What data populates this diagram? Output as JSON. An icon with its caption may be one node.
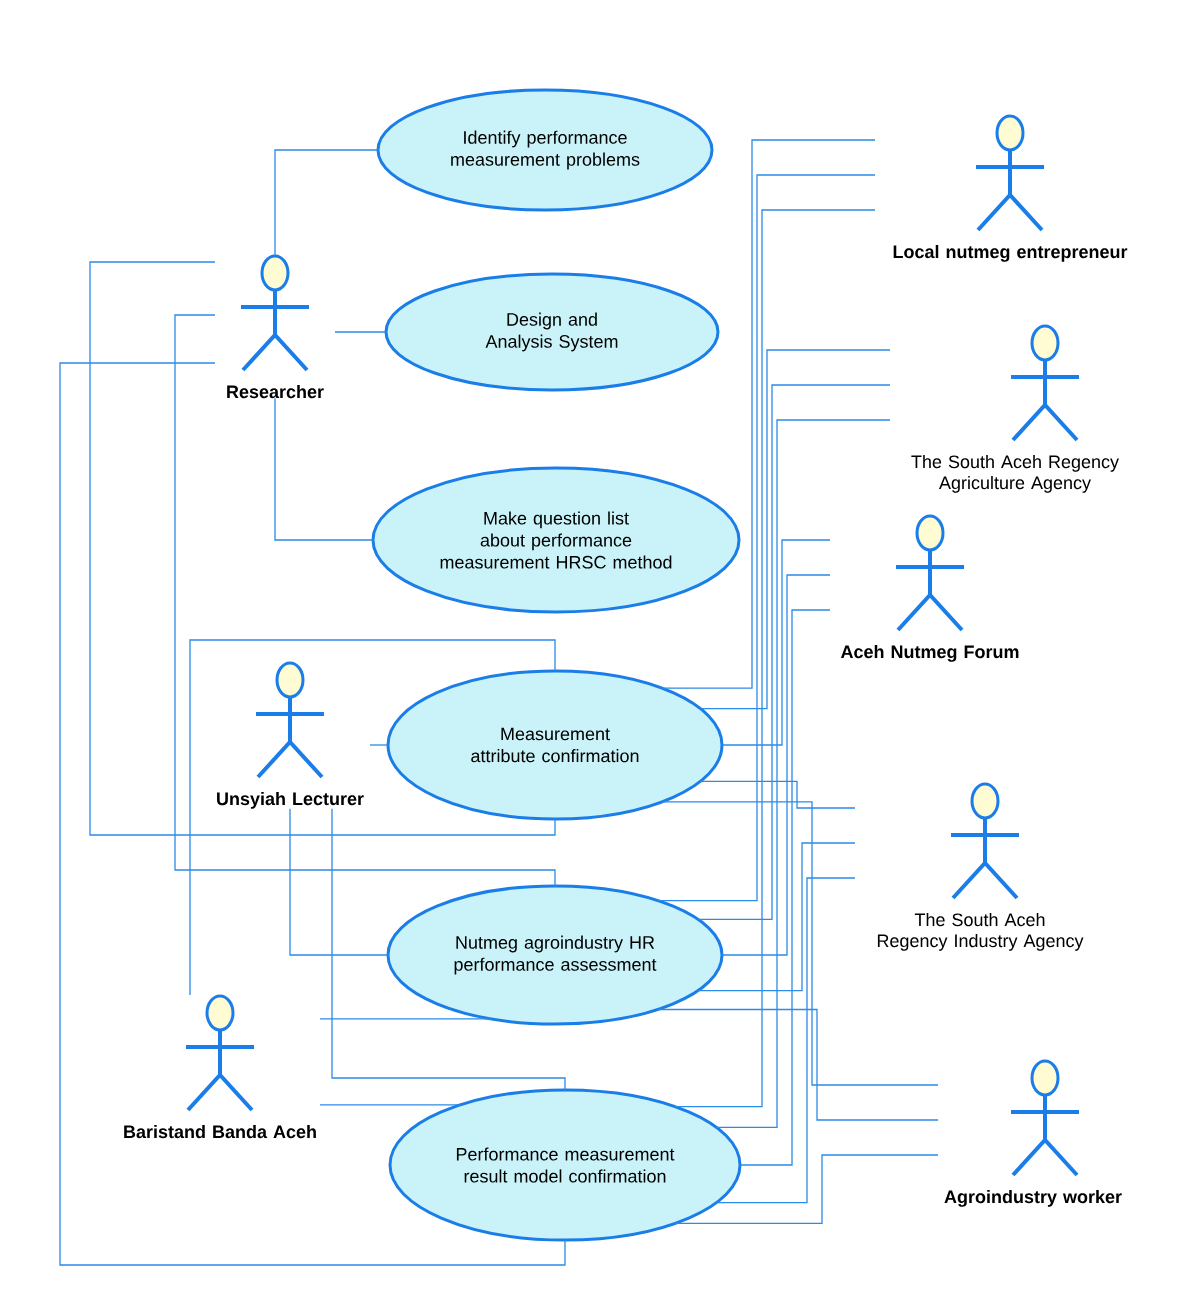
{
  "diagram": {
    "nodes": [
      {
        "text": [
          "Identify performance measurement problems"
        ]
      },
      {
        "text": [
          "Local nutmeg entrepreneur"
        ]
      },
      {
        "text": [
          "Researcher"
        ]
      },
      {
        "text": [
          "Design and Analysis System"
        ]
      },
      {
        "text": [
          "The South Aceh Regency Agriculture Agency"
        ]
      },
      {
        "text": [
          "Make question list about performance measurement HRSC method"
        ]
      },
      {
        "text": [
          "Aceh Nutmeg Forum"
        ]
      },
      {
        "text": [
          "Unsyiah Lecturer"
        ]
      },
      {
        "text": [
          "Measurement attribute confirmation"
        ]
      },
      {
        "text": [
          "The South Aceh Regency Industry Agency"
        ]
      },
      {
        "text": [
          "Nutmeg agroindustry HR performance assessment"
        ]
      },
      {
        "text": [
          "Baristand Banda Aceh"
        ]
      },
      {
        "text": [
          "Performance measurement result model confirmation"
        ]
      },
      {
        "text": [
          "Agroindustry worker"
        ]
      }
    ],
    "edges": [
      {
        "from": 2,
        "to": 0,
        "arrow": "none"
      },
      {
        "from": 2,
        "to": 3,
        "arrow": "none"
      },
      {
        "from": 2,
        "to": 5,
        "arrow": "none"
      },
      {
        "from": 2,
        "to": 8,
        "arrow": "none"
      },
      {
        "from": 2,
        "to": 10,
        "arrow": "none"
      },
      {
        "from": 2,
        "to": 12,
        "arrow": "none"
      },
      {
        "from": 7,
        "to": 8,
        "arrow": "none"
      },
      {
        "from": 7,
        "to": 10,
        "arrow": "none"
      },
      {
        "from": 7,
        "to": 12,
        "arrow": "none"
      },
      {
        "from": 11,
        "to": 8,
        "arrow": "none"
      },
      {
        "from": 11,
        "to": 10,
        "arrow": "none"
      },
      {
        "from": 11,
        "to": 12,
        "arrow": "none"
      },
      {
        "from": 1,
        "to": 8,
        "arrow": "none"
      },
      {
        "from": 1,
        "to": 10,
        "arrow": "none"
      },
      {
        "from": 1,
        "to": 12,
        "arrow": "none"
      },
      {
        "from": 4,
        "to": 8,
        "arrow": "none"
      },
      {
        "from": 4,
        "to": 10,
        "arrow": "none"
      },
      {
        "from": 4,
        "to": 12,
        "arrow": "none"
      },
      {
        "from": 6,
        "to": 8,
        "arrow": "none"
      },
      {
        "from": 6,
        "to": 10,
        "arrow": "none"
      },
      {
        "from": 6,
        "to": 12,
        "arrow": "none"
      },
      {
        "from": 9,
        "to": 8,
        "arrow": "none"
      },
      {
        "from": 9,
        "to": 10,
        "arrow": "none"
      },
      {
        "from": 9,
        "to": 12,
        "arrow": "none"
      },
      {
        "from": 13,
        "to": 8,
        "arrow": "none"
      },
      {
        "from": 13,
        "to": 10,
        "arrow": "none"
      },
      {
        "from": 13,
        "to": 12,
        "arrow": "none"
      }
    ]
  }
}
